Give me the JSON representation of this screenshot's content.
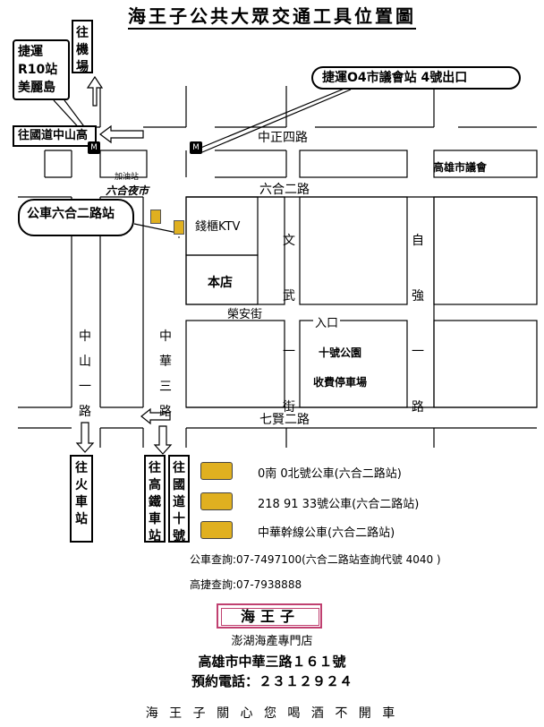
{
  "title": "海王子公共大眾交通工具位置圖",
  "destinations": {
    "airport": "往機場",
    "train_station": "往火車站",
    "hsr": "往高鐵車站",
    "national_road": "往國道十號",
    "zhongshan_road": "往國道中山高"
  },
  "callouts": {
    "mrt_r10": "捷運R10站美麗島",
    "mrt_o4": "捷運O4市議會站 4號出口",
    "bus_stop": "公車六合二路站"
  },
  "roads": {
    "zhongzheng4": "中正四路",
    "liuhe2": "六合二路",
    "rongan": "榮安街",
    "qixian2": "七賢二路",
    "zhongshan1": "中山一路",
    "zhonghua3": "中華三路",
    "wenwu1": "文武一街",
    "ziqiang1": "自強一路"
  },
  "places": {
    "gas_station": "加油站",
    "night_market": "六合夜市",
    "city_council": "高雄市議會",
    "ktv": "錢櫃KTV",
    "shop": "本店",
    "park": "十號公園",
    "parking": "收費停車場",
    "entrance": "入口"
  },
  "legend": {
    "bus1": "0南 0北號公車(六合二路站)",
    "bus2": "218  91 33號公車(六合二路站)",
    "bus3": "中華幹線公車(六合二路站)"
  },
  "contact": {
    "bus_query": "公車查詢:07-7497100(六合二路站查詢代號 4040 )",
    "mrt_query": "高捷查詢:07-7938888"
  },
  "brand": {
    "logo": "海王子",
    "tagline": "澎湖海產專門店",
    "address": "高雄市中華三路１６１號",
    "phone": "預約電話：２３１２９２４",
    "slogan": "海 王 子 關 心 您 喝 酒 不 開 車"
  },
  "colors": {
    "bus_yellow": "#e0b020",
    "logo_pink": "#c04070"
  }
}
